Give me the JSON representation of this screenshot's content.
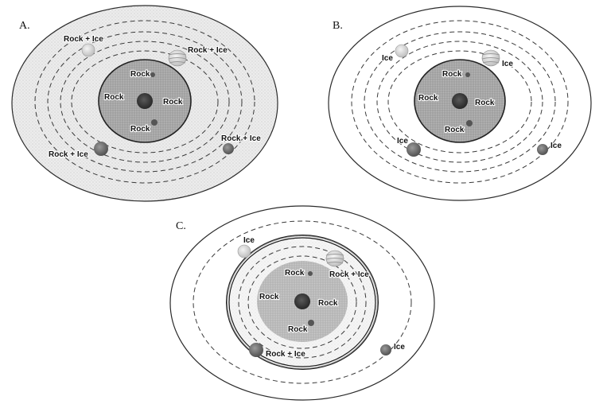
{
  "colors": {
    "disk_stipple": "#e6e6e6",
    "inner_disk": "#a8a8a8",
    "inner_disk_light": "#bdbdbd",
    "star": "#3c3c3c",
    "planet_dark": "#6f6f6f",
    "planet_light": "#dcdcdc",
    "orbit_line": "#2b2b2b"
  },
  "panels": [
    {
      "label": "A.",
      "icons": {
        "planet": "planet-icon",
        "star": "star-icon"
      },
      "planets": [
        {
          "text": "Rock + Ice",
          "shade": "light",
          "banded": false
        },
        {
          "text": "Rock + Ice",
          "shade": "light",
          "banded": true
        },
        {
          "text": "Rock",
          "shade": "dark",
          "banded": false
        },
        {
          "text": "Rock",
          "shade": "none",
          "banded": false
        },
        {
          "text": "Rock",
          "shade": "none",
          "banded": false
        },
        {
          "text": "Rock",
          "shade": "dark",
          "banded": false
        },
        {
          "text": "Rock + Ice",
          "shade": "dark",
          "banded": false
        },
        {
          "text": "Rock + Ice",
          "shade": "dark",
          "banded": false
        }
      ]
    },
    {
      "label": "B.",
      "planets": [
        {
          "text": "Ice",
          "shade": "light",
          "banded": false
        },
        {
          "text": "Ice",
          "shade": "light",
          "banded": true
        },
        {
          "text": "Rock",
          "shade": "dark",
          "banded": false
        },
        {
          "text": "Rock",
          "shade": "none",
          "banded": false
        },
        {
          "text": "Rock",
          "shade": "none",
          "banded": false
        },
        {
          "text": "Rock",
          "shade": "dark",
          "banded": false
        },
        {
          "text": "Ice",
          "shade": "dark",
          "banded": false
        },
        {
          "text": "Ice",
          "shade": "dark",
          "banded": false
        }
      ]
    },
    {
      "label": "C.",
      "planets": [
        {
          "text": "Ice",
          "shade": "light",
          "banded": false
        },
        {
          "text": "Rock + Ice",
          "shade": "light",
          "banded": true
        },
        {
          "text": "Rock",
          "shade": "dark",
          "banded": false
        },
        {
          "text": "Rock",
          "shade": "none",
          "banded": false
        },
        {
          "text": "Rock",
          "shade": "none",
          "banded": false
        },
        {
          "text": "Rock",
          "shade": "dark",
          "banded": false
        },
        {
          "text": "Rock + Ice",
          "shade": "dark",
          "banded": false
        },
        {
          "text": "Ice",
          "shade": "dark",
          "banded": false
        }
      ]
    }
  ]
}
